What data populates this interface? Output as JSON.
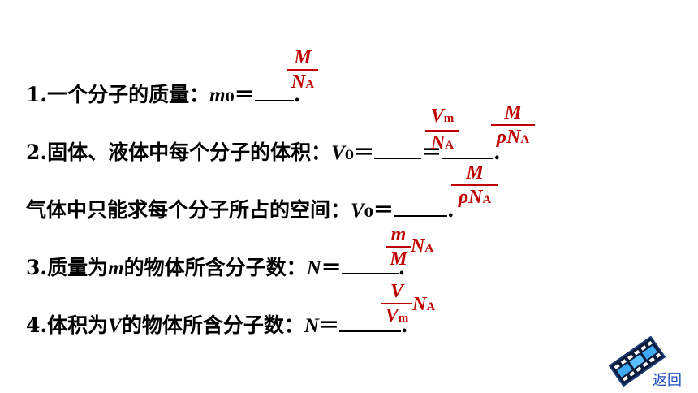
{
  "items": [
    {
      "prefix": "1.",
      "text": "一个分子的质量：",
      "var": "m",
      "sub": "0",
      "eq": "＝",
      "end": "."
    },
    {
      "prefix": "2.",
      "text": "固体、液体中每个分子的体积：",
      "var": "V",
      "sub": "0",
      "eq": "＝",
      "mid_eq": "＝",
      "end": "."
    },
    {
      "prefix": "",
      "text": "气体中只能求每个分子所占的空间：",
      "var": "V",
      "sub": "0",
      "eq": "＝",
      "end": "."
    },
    {
      "prefix": "3.",
      "text_a": "质量为",
      "mvar": "m",
      "text_b": "的物体所含分子数：",
      "var": "N",
      "eq": "＝",
      "end": "."
    },
    {
      "prefix": "4.",
      "text_a": "体积为",
      "mvar": "V",
      "text_b": "的物体所含分子数：",
      "var": "N",
      "eq": "＝",
      "end": "."
    }
  ],
  "answers": {
    "a1": {
      "num": "M",
      "den": "N",
      "den_sub": "A"
    },
    "a2a": {
      "num": "V",
      "num_sub": "m",
      "den": "N",
      "den_sub": "A"
    },
    "a2b": {
      "num": "M",
      "den": "ρN",
      "den_sub": "A"
    },
    "a3": {
      "num": "M",
      "den": "ρN",
      "den_sub": "A"
    },
    "a4": {
      "num": "m",
      "den": "M",
      "tail": "N",
      "tail_sub": "A"
    },
    "a5": {
      "num": "V",
      "den": "V",
      "den_sub": "m",
      "tail": "N",
      "tail_sub": "A"
    }
  },
  "nav": {
    "back_label": "返回",
    "film_icon": "film-strip-icon"
  }
}
